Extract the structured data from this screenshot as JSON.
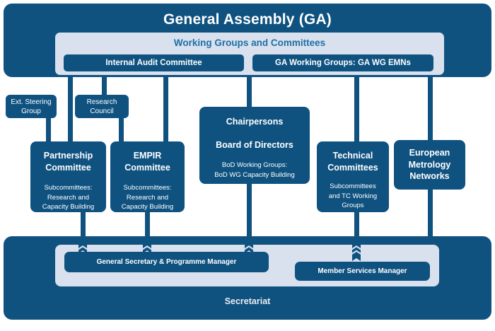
{
  "colors": {
    "dark_blue": "#0F5280",
    "light_panel": "#D8E1ED",
    "panel_title_blue": "#1D6EA6",
    "box_text": "#FFFFFF",
    "secretariat_text": "#E9ECF1"
  },
  "general_assembly": {
    "title": "General Assembly (GA)",
    "panel_title": "Working Groups and Committees",
    "internal_audit_label": "Internal Audit Committee",
    "ga_working_groups_label": "GA Working Groups: GA WG EMNs"
  },
  "advisory": {
    "ext_steering_label": "Ext. Steering\nGroup",
    "research_council_label": "Research\nCouncil"
  },
  "committees": {
    "partnership": {
      "title": "Partnership\nCommittee",
      "subtitle": "Subcommittees:\nResearch and\nCapacity Building"
    },
    "empir": {
      "title": "EMPIR\nCommittee",
      "subtitle": "Subcommittees:\nResearch and\nCapacity Building"
    },
    "board": {
      "line1": "Chairpersons",
      "line2": "Board of Directors",
      "subtitle": "BoD Working Groups:\nBoD WG Capacity Building"
    },
    "technical": {
      "title": "Technical\nCommittees",
      "subtitle": "Subcommittees\nand TC Working\nGroups"
    },
    "emn": {
      "title": "European\nMetrology\nNetworks"
    }
  },
  "secretariat": {
    "title": "Secretariat",
    "general_secretary_label": "General Secretary & Programme Manager",
    "member_services_label": "Member Services Manager"
  }
}
